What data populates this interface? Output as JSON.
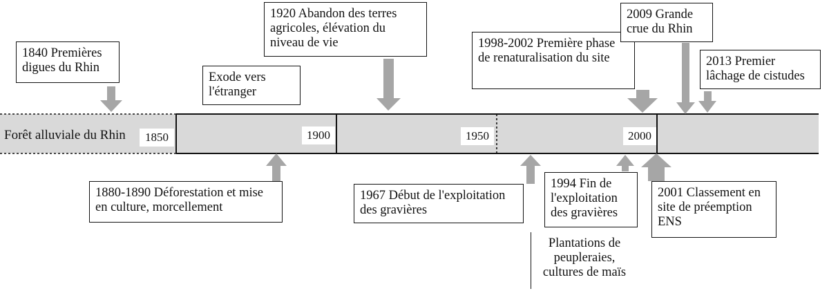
{
  "timeline": {
    "band_label": "Forêt alluviale du Rhin",
    "years": [
      "1850",
      "1900",
      "1950",
      "2000"
    ]
  },
  "events_above": [
    {
      "id": "digues",
      "text": "1840 Premières digues du Rhin"
    },
    {
      "id": "exode",
      "text": "Exode vers l'étranger"
    },
    {
      "id": "abandon",
      "text": "1920  Abandon des terres agricoles, élévation du niveau de vie"
    },
    {
      "id": "renaturalisation",
      "text": "1998-2002 Première phase de renaturalisation du site"
    },
    {
      "id": "crue",
      "text": "2009 Grande crue du Rhin"
    },
    {
      "id": "cistudes",
      "text": "2013 Premier lâchage de cistudes"
    }
  ],
  "events_below": [
    {
      "id": "deforestation",
      "text": "1880-1890 Déforestation et mise en culture, morcellement"
    },
    {
      "id": "gravieres_debut",
      "text": "1967 Début de l'exploitation  des gravières"
    },
    {
      "id": "gravieres_fin",
      "text": "1994 Fin de l'exploitation des gravières"
    },
    {
      "id": "plantations",
      "text": "Plantations de peupleraies, cultures de maïs"
    },
    {
      "id": "ens",
      "text": "2001 Classement en site de préemption ENS"
    }
  ],
  "colors": {
    "band": "#d9d9d9",
    "arrow": "#a6a6a6",
    "line": "#111111",
    "box_border": "#111111"
  }
}
